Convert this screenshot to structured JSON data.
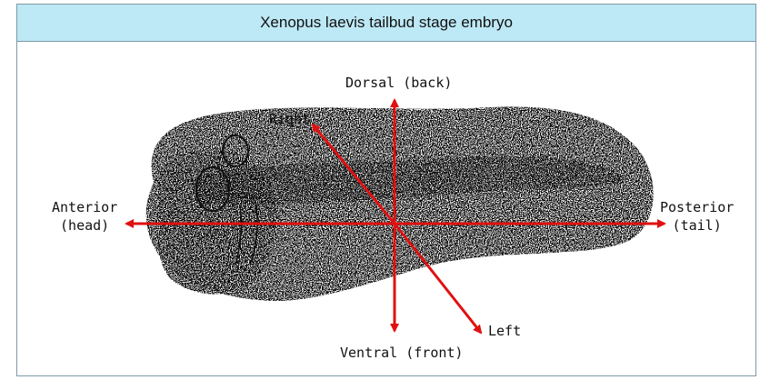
{
  "title": "Xenopus laevis tailbud stage embryo",
  "labels": {
    "dorsal": "Dorsal (back)",
    "ventral": "Ventral (front)",
    "anterior_1": "Anterior",
    "anterior_2": "(head)",
    "posterior_1": "Posterior",
    "posterior_2": "(tail)",
    "right": "Right",
    "left": "Left"
  },
  "colors": {
    "title_bg": "#bde8f5",
    "arrow": "#e01010",
    "embryo_stipple": "#000000"
  }
}
